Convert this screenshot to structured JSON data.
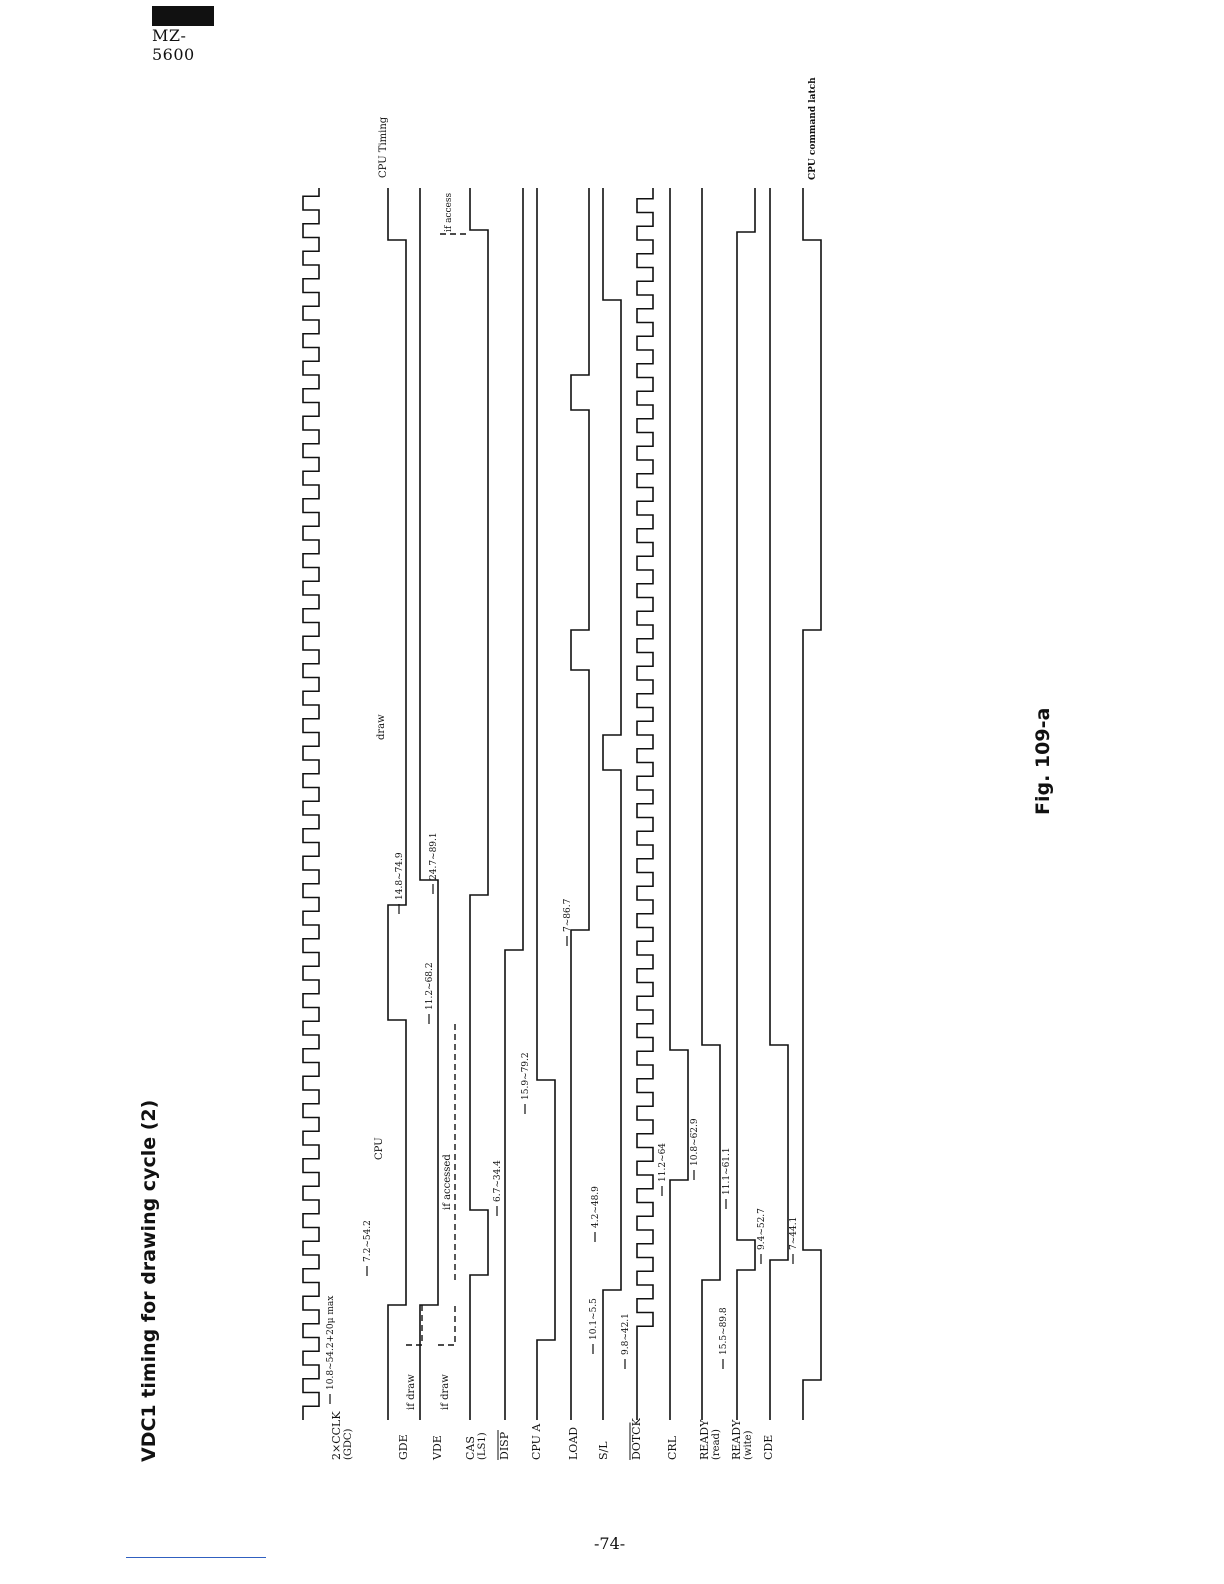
{
  "page": {
    "model": "MZ-5600",
    "title": "VDC1 timing for drawing cycle (2)",
    "figure_label": "Fig. 109-a",
    "page_number": "-74-"
  },
  "signals": [
    {
      "id": "clk",
      "name": "2×CCLK",
      "sub": "(GDC)"
    },
    {
      "id": "gde",
      "name": "GDE",
      "sub": ""
    },
    {
      "id": "vde",
      "name": "VDE",
      "sub": ""
    },
    {
      "id": "cas",
      "name": "CAS",
      "sub": "(LS1)"
    },
    {
      "id": "disp",
      "name": "DISP",
      "sub": ""
    },
    {
      "id": "cpua",
      "name": "CPU A",
      "sub": ""
    },
    {
      "id": "load",
      "name": "LOAD",
      "sub": ""
    },
    {
      "id": "sl",
      "name": "S/L",
      "sub": ""
    },
    {
      "id": "dotck",
      "name": "DOTCK",
      "sub": ""
    },
    {
      "id": "crl",
      "name": "CRL",
      "sub": ""
    },
    {
      "id": "ready_read",
      "name": "READY",
      "sub": "(read)"
    },
    {
      "id": "ready_write",
      "name": "READY",
      "sub": "(wite)"
    },
    {
      "id": "cde",
      "name": "CDE",
      "sub": ""
    }
  ],
  "region_labels": {
    "cpu": "CPU",
    "draw": "draw",
    "cpu_timing": "CPU Timing",
    "if_draw": "if draw",
    "if_accessed": "if accessed",
    "if_access": "if access",
    "cpu_command_latch": "CPU command latch"
  },
  "timings": [
    "10.8~54.2+20μ max",
    "7.2~54.2",
    "11.2~68.2",
    "14.8~74.9",
    "24.7~89.1",
    "6.7~34.4",
    "15.9~79.2",
    "7~86.7",
    "10.1~5.5",
    "4.2~48.9",
    "9.8~42.1",
    "11.2~64",
    "10.8~62.9",
    "15.5~89.8",
    "11.1~61.1",
    "9.4~52.7",
    "7~44.1"
  ]
}
